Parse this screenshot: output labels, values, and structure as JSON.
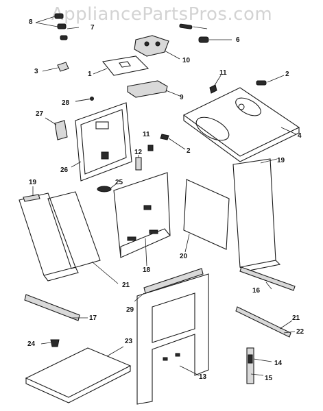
{
  "watermark": {
    "text": "AppliancePartsPros.com"
  },
  "labels": [
    "1",
    "2",
    "3",
    "4",
    "6",
    "7",
    "8",
    "9",
    "10",
    "11",
    "11",
    "12",
    "13",
    "14",
    "15",
    "16",
    "17",
    "18",
    "19",
    "19",
    "20",
    "21",
    "21",
    "22",
    "23",
    "24",
    "25",
    "26",
    "27",
    "28",
    "29"
  ]
}
